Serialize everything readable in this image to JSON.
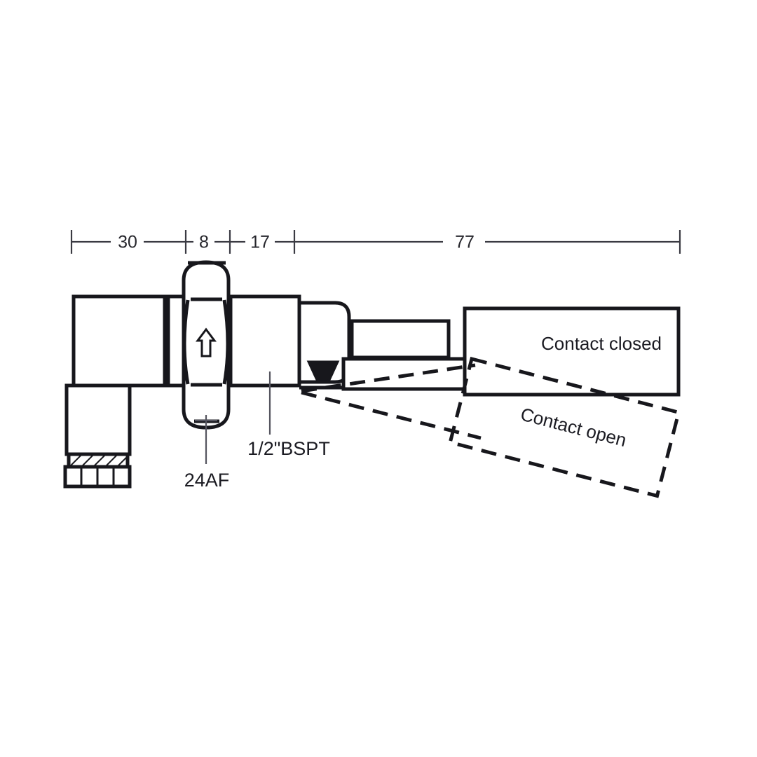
{
  "drawing": {
    "title": "Pressure switch dimensional drawing",
    "units": "mm"
  },
  "dimensions": {
    "chain": [
      {
        "id": "dim-30",
        "value": "30"
      },
      {
        "id": "dim-8",
        "value": "8"
      },
      {
        "id": "dim-17",
        "value": "17"
      },
      {
        "id": "dim-77",
        "value": "77"
      }
    ]
  },
  "labels": {
    "hex_size": "24AF",
    "thread": "1/2\"BSPT",
    "flow_arrow": "⇧"
  },
  "states": {
    "closed": "Contact closed",
    "open": "Contact open"
  },
  "colors": {
    "line": "#17171c",
    "dimension_line": "#3a3a42",
    "leader_line": "#55555f",
    "background": "#ffffff"
  }
}
